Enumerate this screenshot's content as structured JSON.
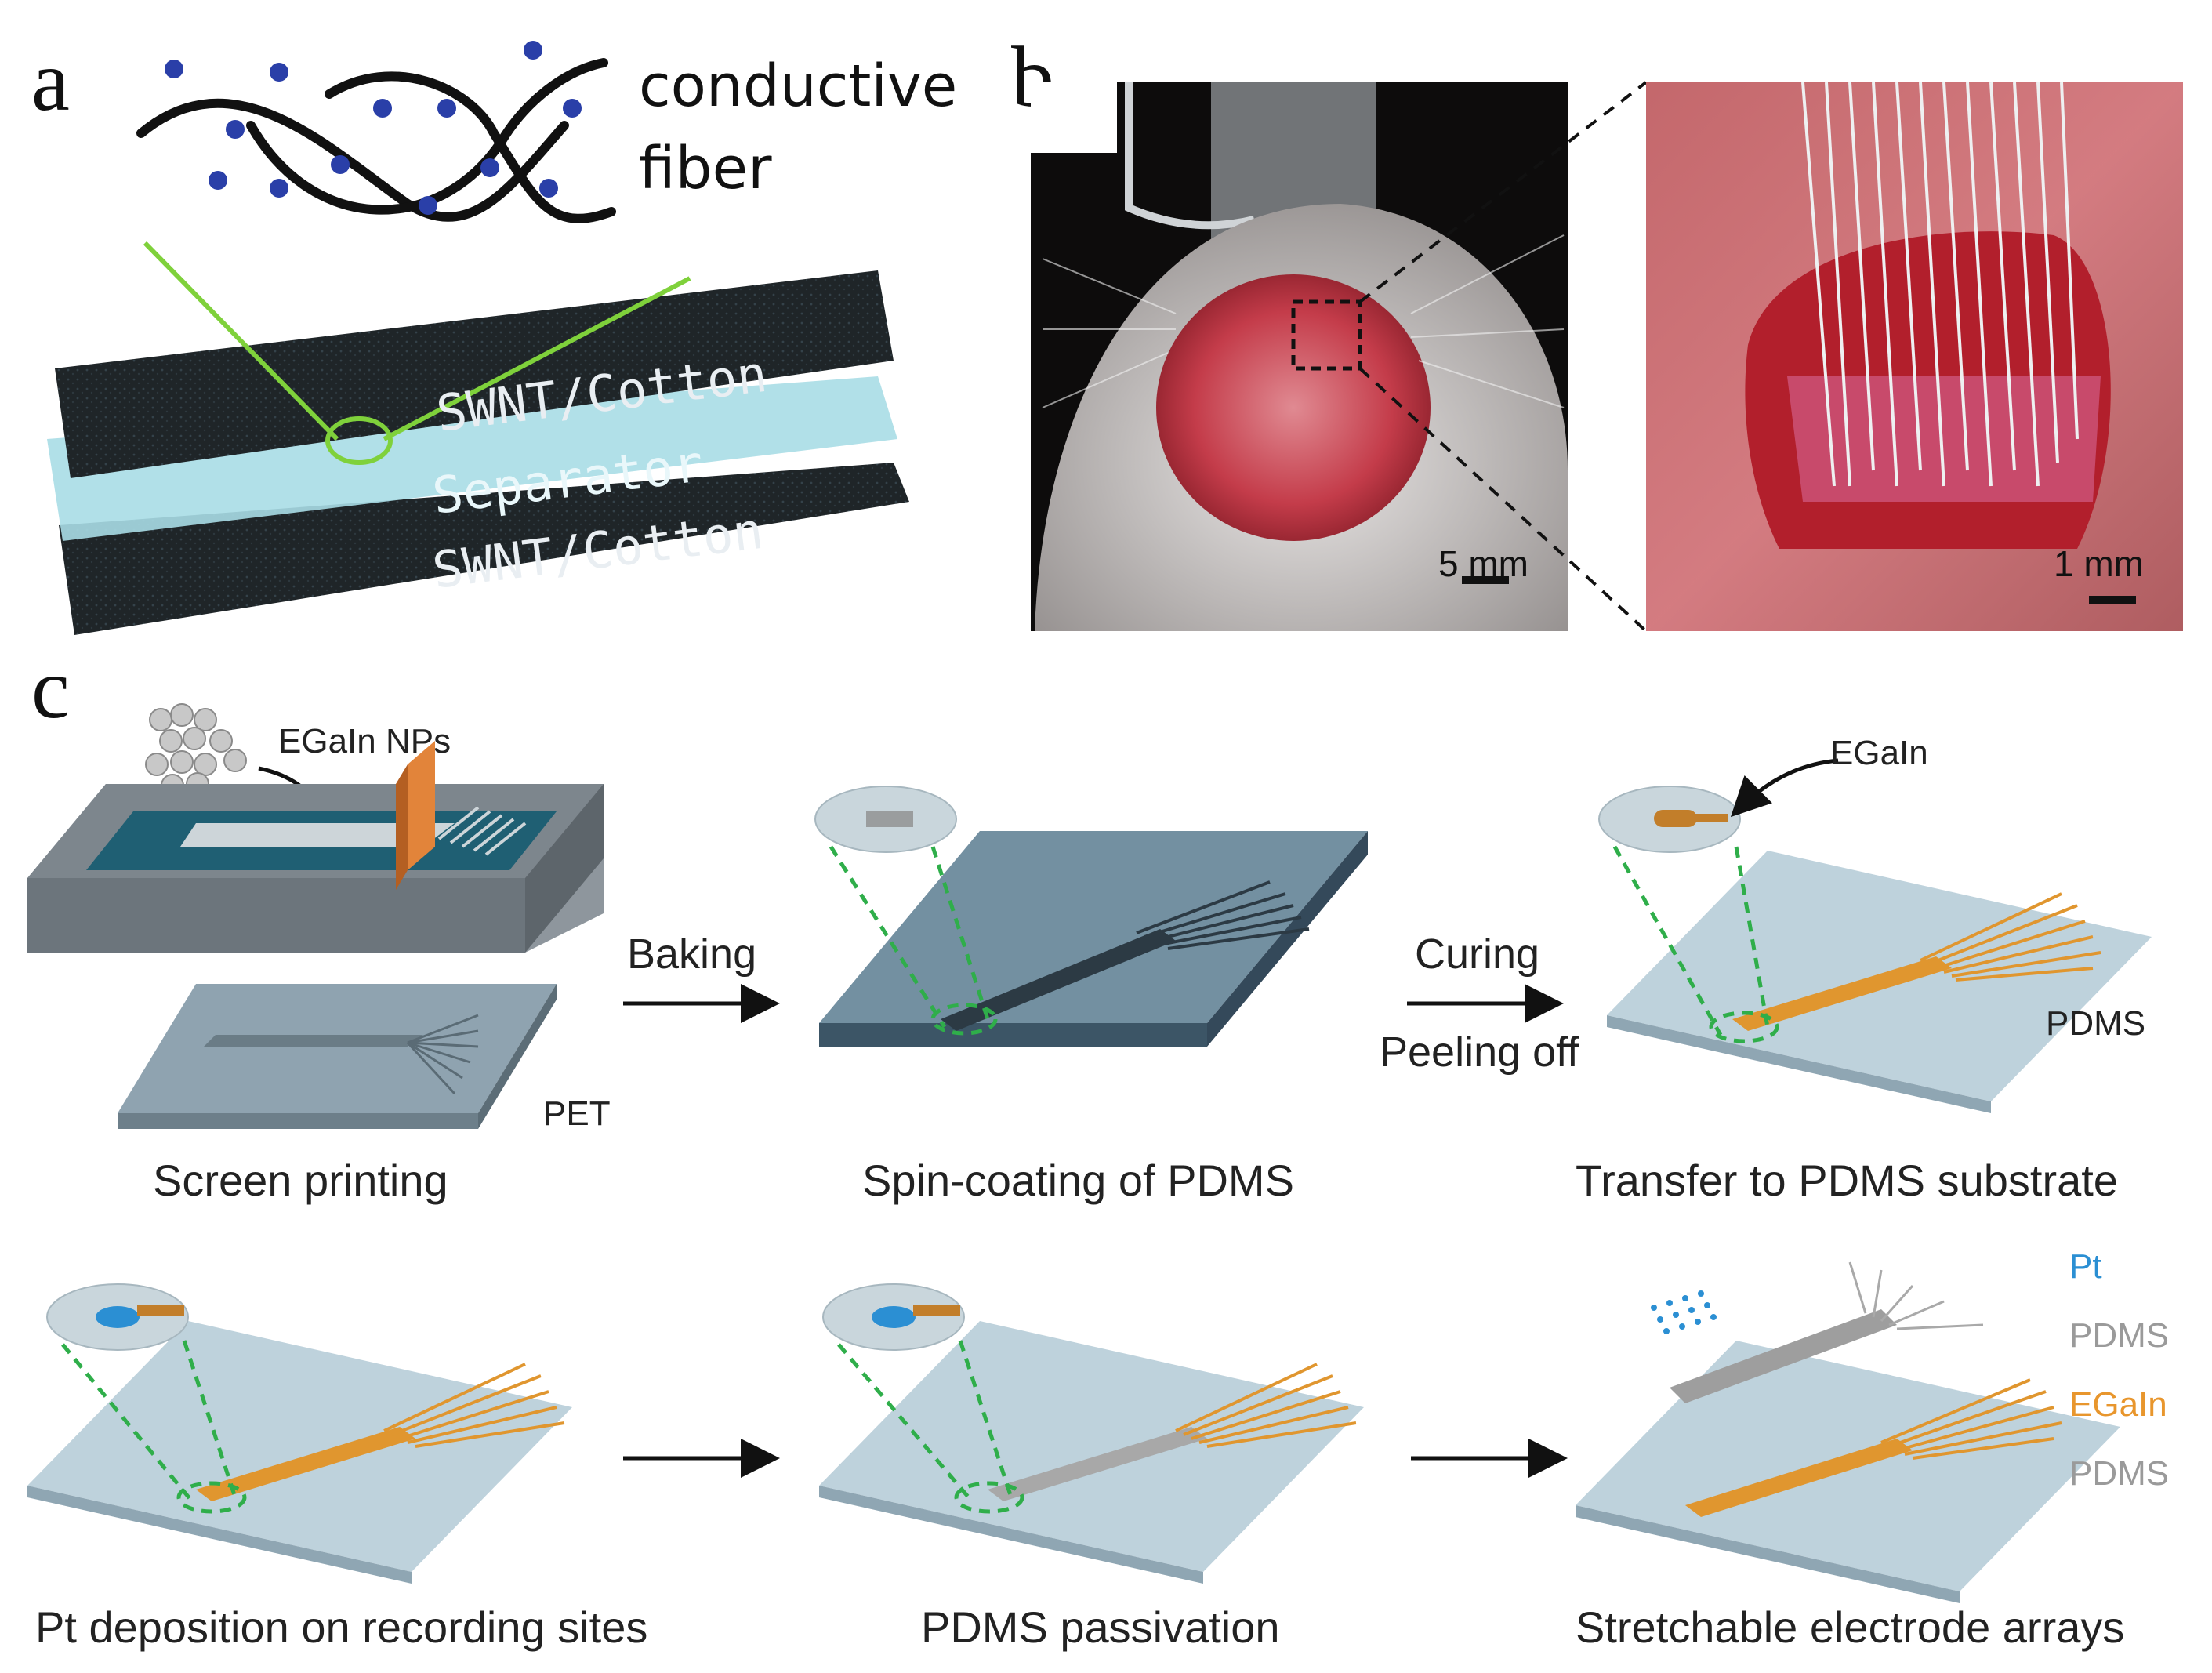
{
  "panels": {
    "a": {
      "letter": "a",
      "fiber_label_line1": "conductive",
      "fiber_label_line2": "fiber",
      "layer_top": "SWNT/Cotton",
      "layer_middle": "Separator",
      "layer_bottom": "SWNT/Cotton",
      "colors": {
        "fiber_highlight": "#7fd13b",
        "dots": "#2a3fa8",
        "fabric": "#1e2326",
        "separator": "#a9dde6"
      }
    },
    "b": {
      "letter": "b",
      "scale_left": "5 mm",
      "scale_right": "1 mm"
    },
    "c": {
      "letter": "c",
      "np_label": "EGaIn NPs",
      "egain_label": "EGaIn",
      "pet_label": "PET",
      "pdms_label": "PDMS",
      "arrow1": "Baking",
      "arrow2_top": "Curing",
      "arrow2_bottom": "Peeling off",
      "captions": {
        "step1": "Screen printing",
        "step2": "Spin-coating of PDMS",
        "step3": "Transfer to PDMS substrate",
        "step4": "Pt deposition on recording sites",
        "step5": "PDMS passivation",
        "step6": "Stretchable electrode arrays"
      },
      "legend": {
        "pt": "Pt",
        "pdms_top": "PDMS",
        "egain": "EGaIn",
        "pdms_bottom": "PDMS"
      },
      "colors": {
        "pt": "#2b8fd3",
        "pdms": "#9a9a9a",
        "egain": "#e8962d",
        "substrate": "#b9d0da",
        "dashed": "#2fae4a"
      }
    }
  }
}
